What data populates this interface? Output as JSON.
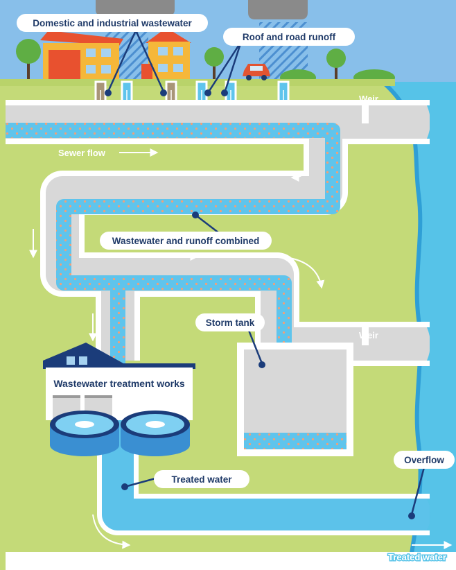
{
  "labels": {
    "domestic": "Domestic and industrial wastewater",
    "runoff": "Roof and road runoff",
    "weir_top": "Weir",
    "sewer_flow": "Sewer flow",
    "combined": "Wastewater and runoff combined",
    "storm_tank": "Storm tank",
    "weir_bottom": "Weir",
    "treatment_works": "Wastewater treatment works",
    "treated_water": "Treated water",
    "overflow": "Overflow",
    "treated_water_out": "Treated water"
  },
  "icons": [
    "house-icon",
    "car-icon",
    "tree-icon",
    "rain-cloud-icon",
    "flow-arrow-icon",
    "treatment-tank-icon"
  ],
  "colors": {
    "sky": "#88bfea",
    "ground": "#c4da78",
    "sea": "#56c3e8",
    "pipe_empty": "#d8d8d8",
    "pipe_outline": "#ffffff",
    "water": "#5fc4ec",
    "treated": "#5cc2ea",
    "dots": "#f0a07a",
    "house": "#f5b73a",
    "roof": "#e8512f",
    "car": "#e25431",
    "tree": "#5fae44",
    "cloud": "#8a8a8a",
    "label_text": "#1f3a68",
    "label_bg": "#ffffff",
    "building": "#1b3c7a"
  }
}
